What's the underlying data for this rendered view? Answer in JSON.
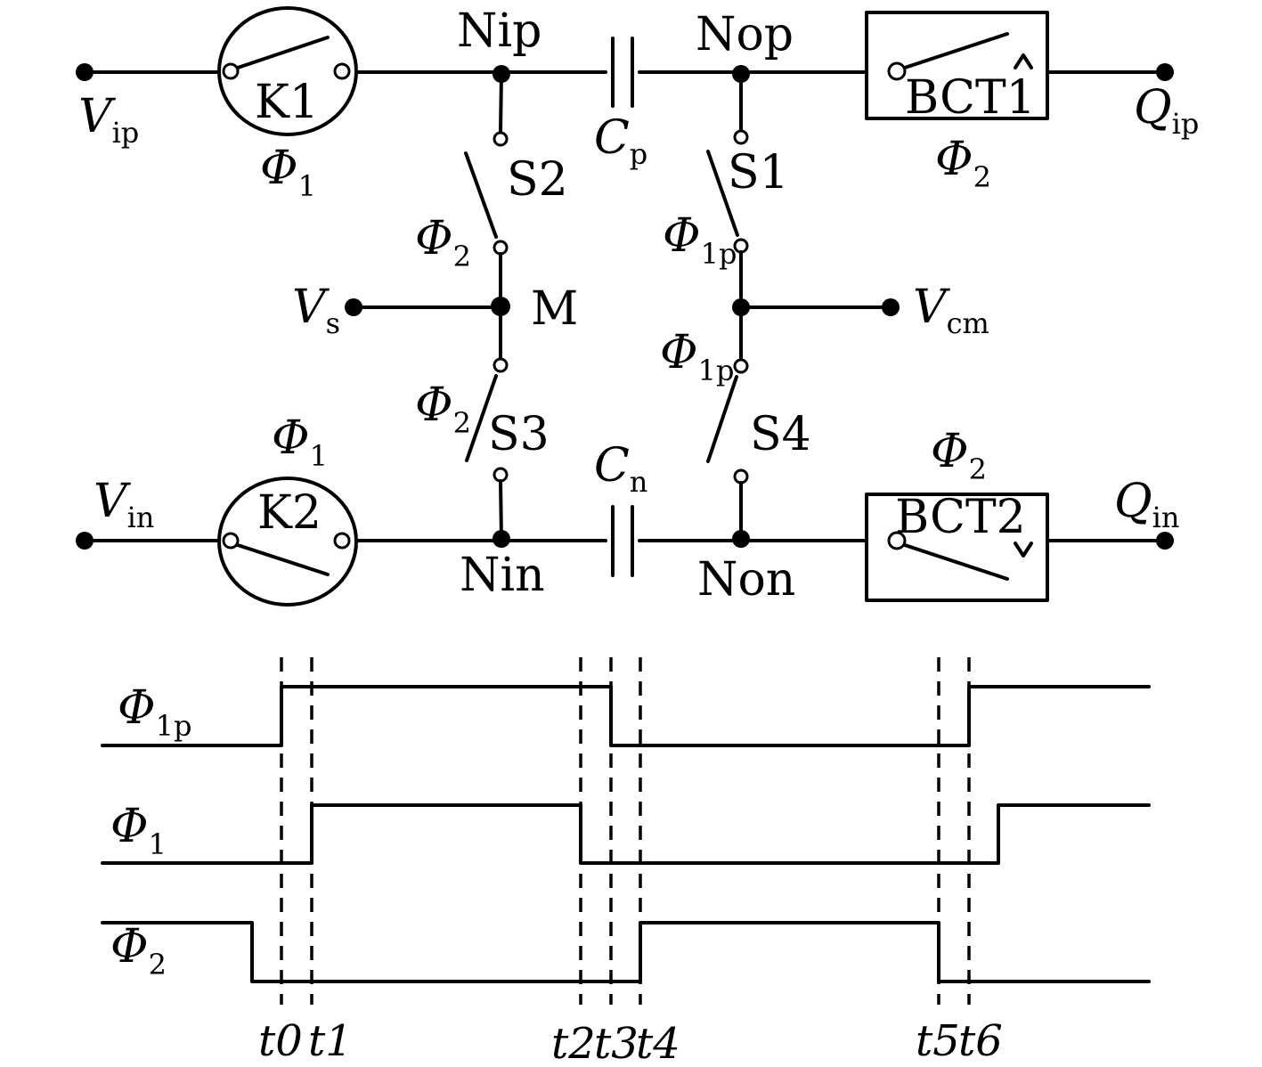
{
  "circuit": {
    "inputs": {
      "vip": {
        "main": "V",
        "sub": "ip"
      },
      "vin": {
        "main": "V",
        "sub": "in"
      }
    },
    "outputs": {
      "qip": {
        "main": "Q",
        "sub": "ip"
      },
      "qin": {
        "main": "Q",
        "sub": "in"
      }
    },
    "sources": {
      "vs": {
        "main": "V",
        "sub": "s"
      },
      "vcm": {
        "main": "V",
        "sub": "cm"
      }
    },
    "nodes": {
      "nip": "Nip",
      "nop": "Nop",
      "nin": "Nin",
      "non": "Non",
      "m": "M"
    },
    "capacitors": {
      "cp": {
        "main": "C",
        "sub": "p"
      },
      "cn": {
        "main": "C",
        "sub": "n"
      }
    },
    "switches": {
      "k1": "K1",
      "k2": "K2",
      "bct1": "BCT1",
      "bct2": "BCT2",
      "s1": "S1",
      "s2": "S2",
      "s3": "S3",
      "s4": "S4"
    },
    "phases": {
      "phi": "Φ",
      "one": "1",
      "two": "2",
      "one_p": "1p"
    }
  },
  "timing": {
    "signals": [
      {
        "main": "Φ",
        "sub": "1p"
      },
      {
        "main": "Φ",
        "sub": "1"
      },
      {
        "main": "Φ",
        "sub": "2"
      }
    ],
    "ticks": [
      "t0",
      "t1",
      "t2",
      "t3",
      "t4",
      "t5",
      "t6"
    ]
  }
}
